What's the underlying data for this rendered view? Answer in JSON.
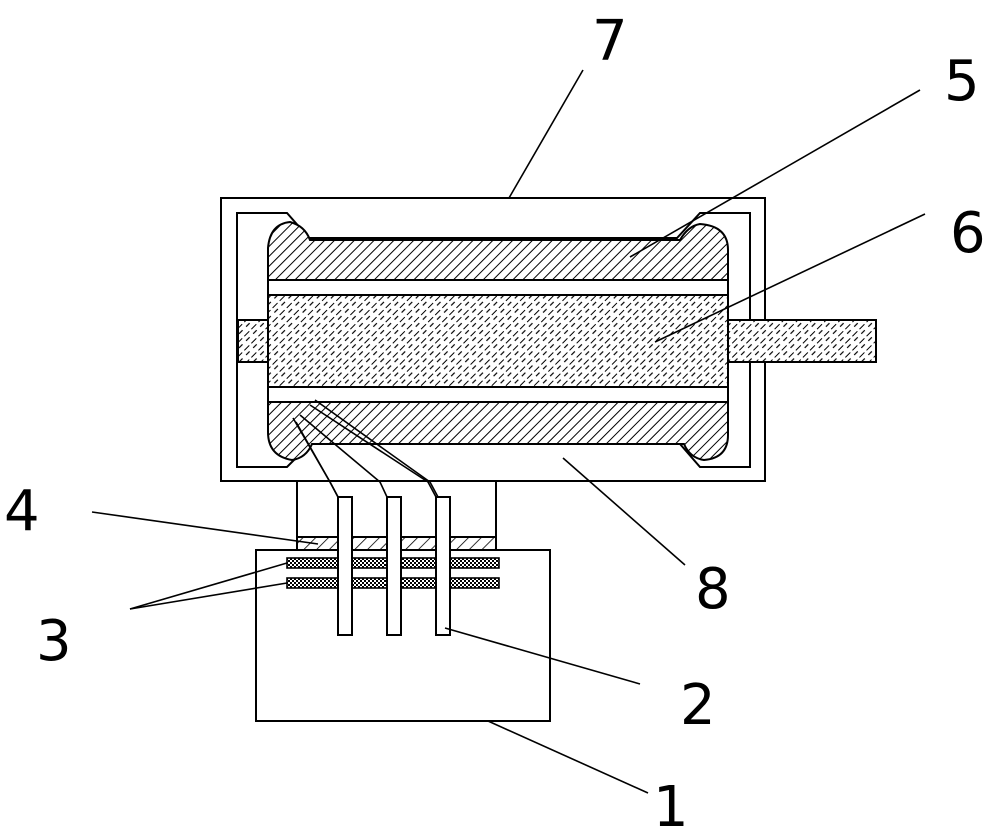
{
  "diagram": {
    "colors": {
      "line": "#000000",
      "background": "#ffffff"
    },
    "labels": [
      {
        "id": "label-1",
        "text": "1"
      },
      {
        "id": "label-2",
        "text": "2"
      },
      {
        "id": "label-3",
        "text": "3"
      },
      {
        "id": "label-4",
        "text": "4"
      },
      {
        "id": "label-5",
        "text": "5"
      },
      {
        "id": "label-6",
        "text": "6"
      },
      {
        "id": "label-7",
        "text": "7"
      },
      {
        "id": "label-8",
        "text": "8"
      }
    ]
  }
}
